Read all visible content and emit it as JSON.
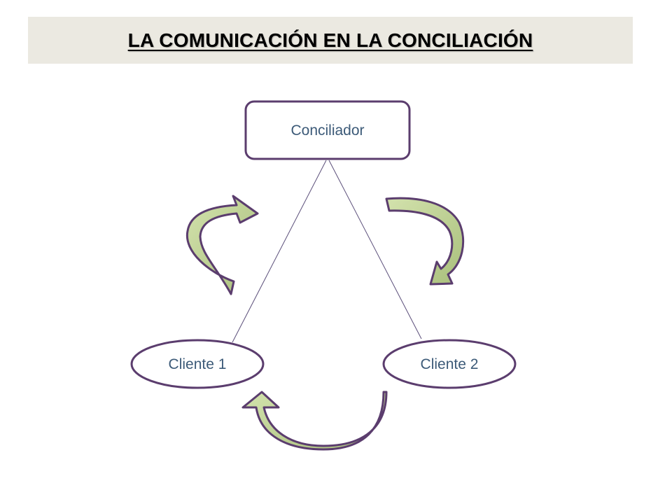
{
  "title": "LA COMUNICACIÓN EN LA CONCILIACIÓN",
  "nodes": {
    "conciliador": "Conciliador",
    "cliente1": "Cliente 1",
    "cliente2": "Cliente 2"
  },
  "colors": {
    "title_bg": "#ebe9e1",
    "node_border": "#5b3d6e",
    "node_text": "#3c5a78",
    "arrow_fill": "#c5d89a",
    "arrow_shade": "#93a96a",
    "arrow_stroke": "#5b3d6e",
    "connector": "#5b4f7a"
  }
}
